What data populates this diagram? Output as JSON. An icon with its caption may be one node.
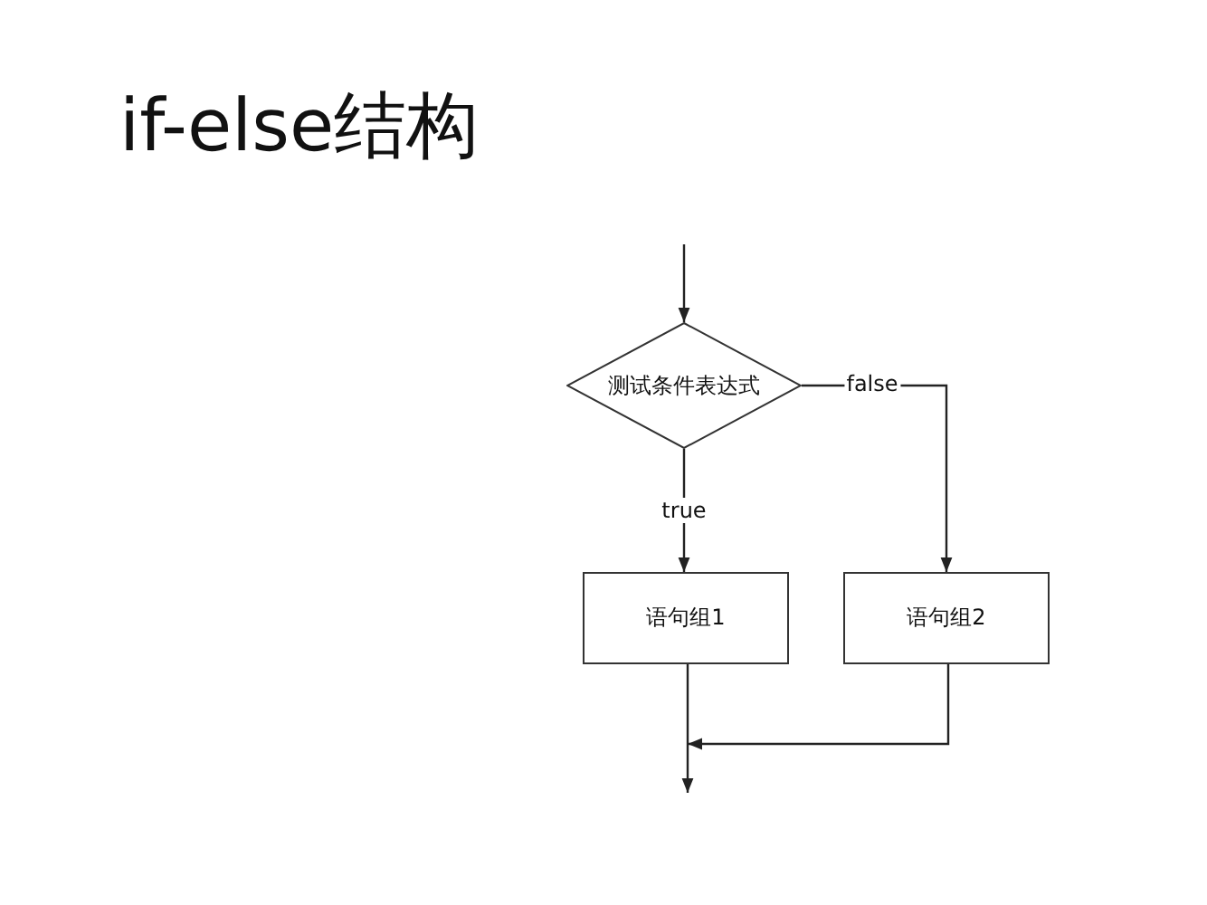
{
  "diagram": {
    "title": "if-else结构",
    "nodes": [
      {
        "text": [
          "测试条件表达式"
        ]
      },
      {
        "text": [
          "语句组1"
        ]
      },
      {
        "text": [
          "语句组2"
        ]
      }
    ],
    "edges": [
      {
        "from": null,
        "to": 0,
        "arrow": "to"
      },
      {
        "from": 0,
        "to": 1,
        "label": "true",
        "arrow": "to"
      },
      {
        "from": 0,
        "to": 2,
        "label": "false",
        "arrow": "to"
      },
      {
        "from": 1,
        "to": null,
        "arrow": "to"
      },
      {
        "from": 2,
        "to": null,
        "arrow": "to"
      }
    ]
  }
}
